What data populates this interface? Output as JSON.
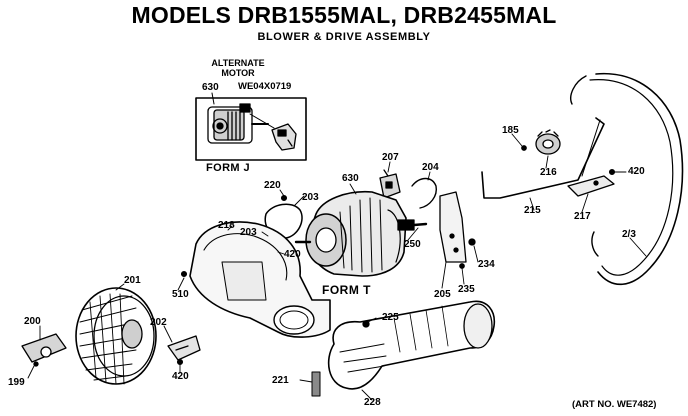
{
  "header": {
    "title": "MODELS DRB1555MAL, DRB2455MAL",
    "subtitle": "BLOWER & DRIVE ASSEMBLY"
  },
  "inset": {
    "caption": "ALTERNATE MOTOR",
    "caption_line1": "ALTERNATE",
    "caption_line2": "MOTOR",
    "form_label": "FORM J",
    "part_630": "630",
    "part_number": "WE04X0719"
  },
  "callouts": {
    "p185": "185",
    "p216": "216",
    "p420_right": "420",
    "p215": "215",
    "p217": "217",
    "p213": "2/3",
    "p207": "207",
    "p204": "204",
    "p630": "630",
    "p220": "220",
    "p203_top": "203",
    "p203_left": "203",
    "p420_mid": "420",
    "p218": "218",
    "p250": "250",
    "p234": "234",
    "p235": "235",
    "p205": "205",
    "p201": "201",
    "p510": "510",
    "p200": "200",
    "p202": "202",
    "p199": "199",
    "p420_bottom": "420",
    "p225": "225",
    "p221": "221",
    "p228": "228"
  },
  "form_t": "FORM T",
  "art_no": "(ART NO. WE7482)"
}
